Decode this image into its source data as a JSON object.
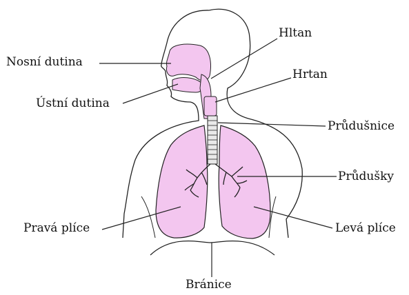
{
  "labels": {
    "nosni_dutina": "Nosní dutina",
    "ustni_dutina": "Ústní dutina",
    "hltan": "Hltan",
    "hrtan": "Hrtan",
    "prudusnice": "Průdušnice",
    "prudusky": "Průdušky",
    "prava_plice": "Pravá plíce",
    "leva_plice": "Levá plíce",
    "branice": "Bránice"
  },
  "colors": {
    "organ_fill": "#f3c6ef",
    "outline": "#222222",
    "background": "#ffffff"
  }
}
